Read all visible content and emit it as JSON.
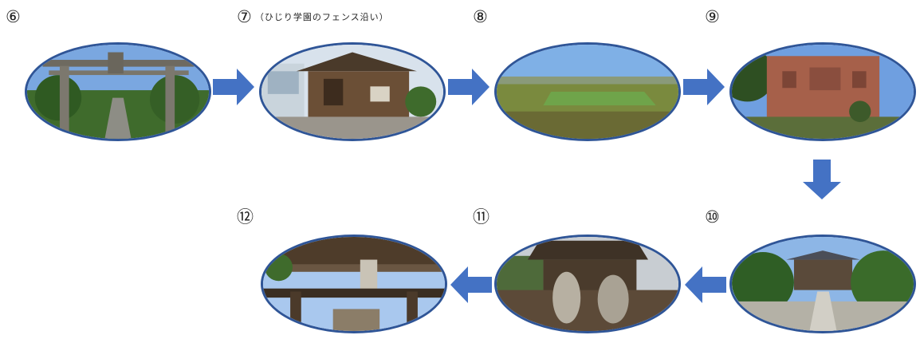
{
  "labels": {
    "s6": "⑥",
    "s7": "⑦",
    "s7_note": "（ひじり学園のフェンス沿い）",
    "s8": "⑧",
    "s9": "⑨",
    "s10": "⑩",
    "s11": "⑪",
    "s12": "⑫"
  },
  "colors": {
    "arrow": "#4472c4",
    "border": "#2f5597",
    "sky": "#8fb8e8"
  }
}
